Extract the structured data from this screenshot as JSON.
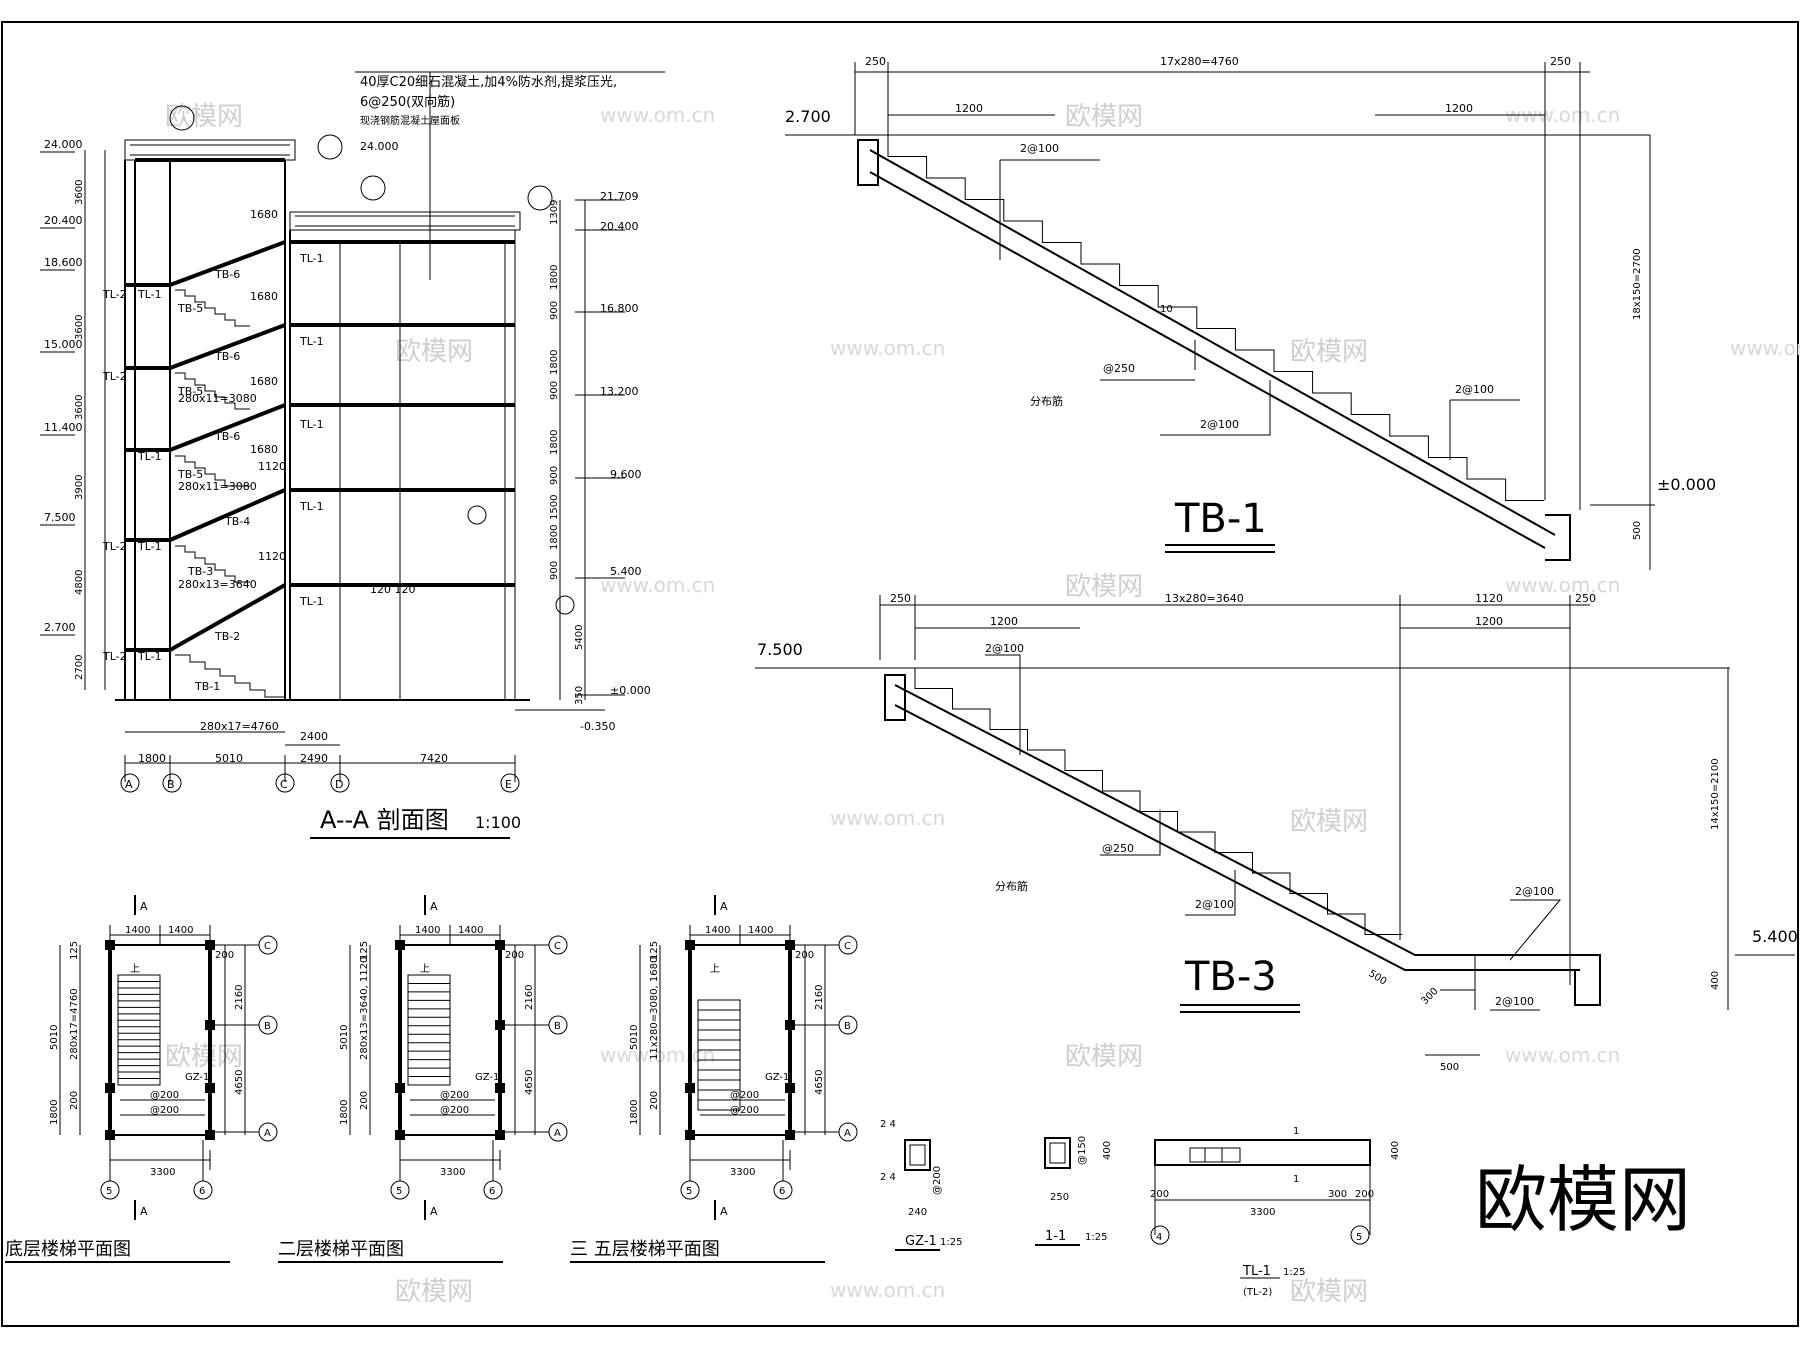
{
  "watermark": {
    "logo": "欧模网",
    "site": "www.om.cn"
  },
  "brand_logo": "欧模网",
  "section_aa": {
    "title": "A--A 剖面图",
    "scale": "1:100",
    "roof_note_1": "40厚C20细石混凝土,加4%防水剂,提浆压光,",
    "roof_note_2": "6@250(双向筋)",
    "roof_note_3": "现浇钢筋混凝土屋面板",
    "elevations": [
      "24.000",
      "20.400",
      "18.600",
      "15.000",
      "11.400",
      "7.500",
      "2.700"
    ],
    "elevations_right": [
      "24.000",
      "21.709",
      "20.400",
      "16.800",
      "13.200",
      "9.600",
      "5.400",
      "±0.000",
      "-0.350"
    ],
    "bay_dims": [
      "1800",
      "5010",
      "2490",
      "7420"
    ],
    "axes": [
      "A",
      "B",
      "C",
      "D",
      "E"
    ],
    "flight_labels": [
      "TB-6",
      "TB-5",
      "TB-6",
      "TB-5",
      "TB-6",
      "TB-5",
      "TB-4",
      "TB-3",
      "TB-2",
      "TB-1"
    ],
    "beam_label": "TL-1",
    "beam_label_2": "TL-2",
    "landing_dims": [
      "1680",
      "1680",
      "1680",
      "1680",
      "1120",
      "1120"
    ],
    "run_dims": [
      "280x11=3080",
      "280x11=3080",
      "280x13=3640",
      "280x17=4760"
    ],
    "dim_2400": "2400",
    "dim_120": "120 120",
    "left_heights": [
      "3600",
      "3600",
      "3600",
      "3900",
      "4800",
      "2700"
    ],
    "right_heights": [
      "1309",
      "1800",
      "900",
      "1800",
      "900",
      "1800",
      "900",
      "1500",
      "1800",
      "900",
      "5400",
      "350"
    ]
  },
  "tb1": {
    "title": "TB-1",
    "top_dim": "17x280=4760",
    "end_dim": "250",
    "landing": "1200",
    "level_top": "2.700",
    "level_bottom": "±0.000",
    "rise_dim": "18x150=2700",
    "base_dim": "500",
    "rebar_1": "2@100",
    "rebar_2": "@250",
    "rebar_3": "2@100",
    "rebar_4": "2@100",
    "dist_bar": "分布筋",
    "angle": "10"
  },
  "tb3": {
    "title": "TB-3",
    "top_dim": "13x280=3640",
    "end_dim": "250",
    "landing_dim": "1120",
    "landing": "1200",
    "level_top": "7.500",
    "level_bottom": "5.400",
    "rise_dim": "14x150=2100",
    "base_dim": "400",
    "rebar_1": "2@100",
    "rebar_2": "@250",
    "rebar_3": "2@100",
    "rebar_4": "2@100",
    "rebar_5": "2@100",
    "dist_bar": "分布筋",
    "dim_500": "500",
    "dim_300": "300",
    "dim_500b": "500"
  },
  "plans": [
    {
      "title": "底层楼梯平面图",
      "run": "280x17=4760",
      "gz": "GZ-1",
      "rebar": "@200"
    },
    {
      "title": "二层楼梯平面图",
      "run": "280x13=3640, 1120",
      "gz": "GZ-1",
      "rebar": "@200"
    },
    {
      "title": "三  五层楼梯平面图",
      "run": "11x280=3080, 1680",
      "gz": "GZ-1",
      "rebar": "@200"
    }
  ],
  "plan_dims": {
    "w1": "1400",
    "w2": "1400",
    "total": "3300",
    "left_a": "5010",
    "left_b": "1800",
    "right_a": "2160",
    "right_b": "4650",
    "small": "200",
    "small2": "125",
    "up": "上"
  },
  "plan_axes": [
    "C",
    "B",
    "A",
    "5",
    "6"
  ],
  "section_mark": "A",
  "details": {
    "gz1": {
      "title": "GZ-1",
      "scale": "1:25",
      "dim_240": "240",
      "rebar": "2 4",
      "tie": "@200"
    },
    "s11": {
      "title": "1-1",
      "scale": "1:25",
      "dim_400": "400",
      "dim_250": "250",
      "tie": "@150"
    },
    "tl1": {
      "title": "TL-1",
      "sub": "(TL-2)",
      "scale": "1:25",
      "span": "3300",
      "dim_200": "200",
      "dim_300": "300",
      "dim_400": "400",
      "cut": "1"
    }
  },
  "detail_axes": [
    "4",
    "5"
  ]
}
